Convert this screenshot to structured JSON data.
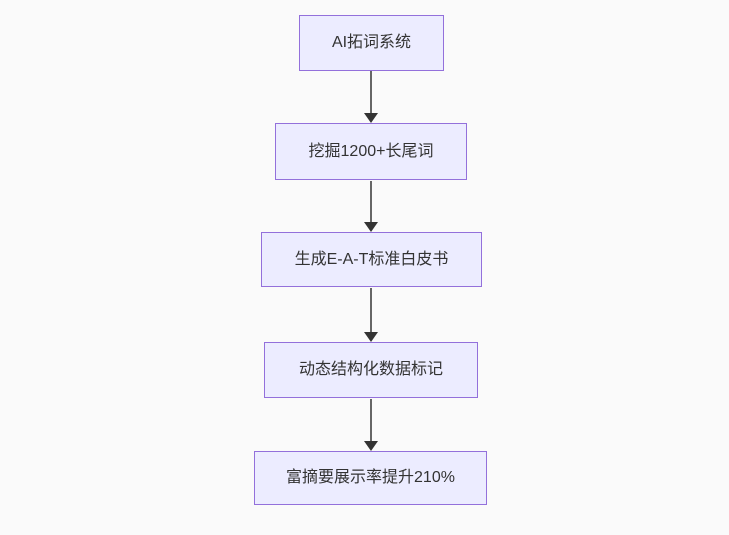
{
  "diagram": {
    "type": "flowchart",
    "direction": "top-down",
    "nodes": [
      {
        "id": "n1",
        "label": "AI拓词系统"
      },
      {
        "id": "n2",
        "label": "挖掘1200+长尾词"
      },
      {
        "id": "n3",
        "label": "生成E-A-T标准白皮书"
      },
      {
        "id": "n4",
        "label": "动态结构化数据标记"
      },
      {
        "id": "n5",
        "label": "富摘要展示率提升210%"
      }
    ],
    "edges": [
      {
        "from": "n1",
        "to": "n2"
      },
      {
        "from": "n2",
        "to": "n3"
      },
      {
        "from": "n3",
        "to": "n4"
      },
      {
        "from": "n4",
        "to": "n5"
      }
    ],
    "colors": {
      "node_fill": "#ECECFF",
      "node_border": "#9370DB",
      "node_text": "#333333",
      "edge_line": "#666666",
      "arrowhead": "#333333",
      "background": "#FAFAFA"
    }
  }
}
